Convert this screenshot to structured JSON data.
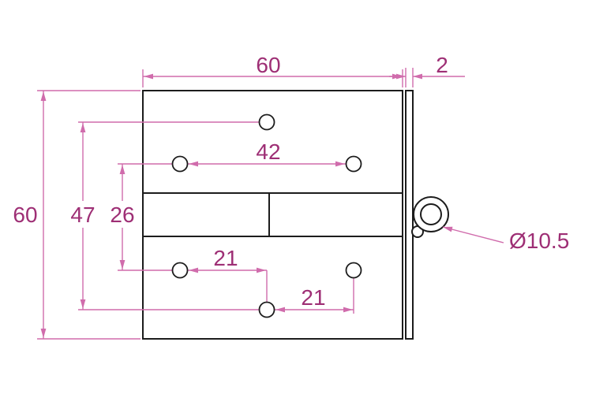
{
  "drawing": {
    "colors": {
      "geometry": "#1c1c1c",
      "dimension_line": "#d06cac",
      "dimension_text": "#9e2f75"
    },
    "dimensions": {
      "top_width": "60",
      "leaf_thickness": "2",
      "side_height": "60",
      "hole_span_outer": "47",
      "hole_span_inner": "26",
      "hole_pitch_horizontal": "42",
      "hole_offset_mid": "21",
      "hole_offset_bottom": "21",
      "knuckle_diameter": "Ø10.5"
    }
  }
}
